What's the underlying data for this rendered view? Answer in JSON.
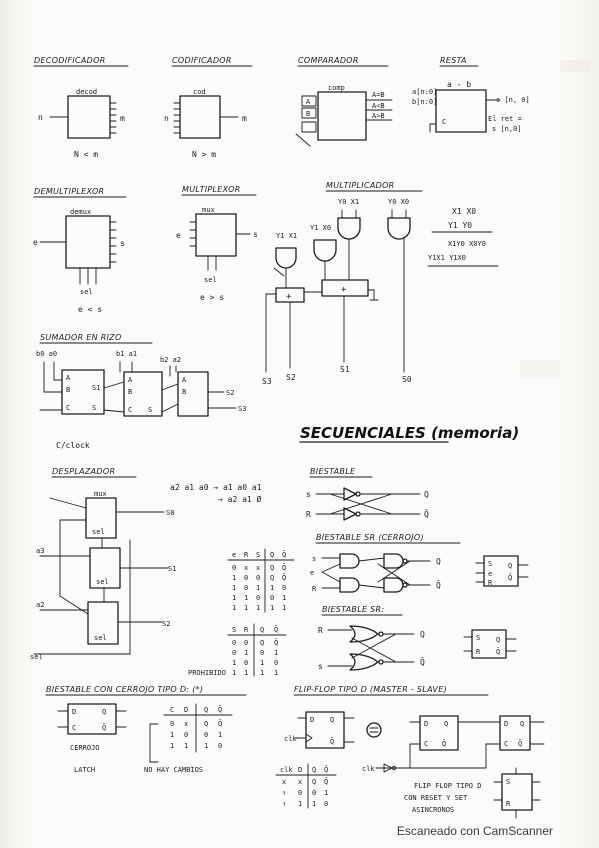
{
  "sections": {
    "decodificador": "DECODIFICADOR",
    "codificador": "CODIFICADOR",
    "comparador": "COMPARADOR",
    "resta": "RESTA",
    "demultiplexor": "DEMULTIPLEXOR",
    "multiplexor": "MULTIPLEXOR",
    "multiplicador": "MULTIPLICADOR",
    "sumador": "SUMADOR EN RIZO",
    "secuenciales": "SECUENCIALES (memoria)",
    "desplazador": "DESPLAZADOR",
    "biestable": "BIESTABLE",
    "biestable_sr_cerrojo": "BIESTABLE SR (CERROJO)",
    "biestable_sr": "BIESTABLE SR:",
    "biestable_d": "BIESTABLE CON CERROJO TIPO D: (*)",
    "flipflop_d": "FLIP-FLOP TIPO D (MASTER - SLAVE)"
  },
  "labels": {
    "decod": "decod",
    "cod": "cod",
    "comp": "comp",
    "n": "n",
    "m": "m",
    "nltm": "N < m",
    "ngtm": "N > m",
    "aeqb": "A=B",
    "altb": "A<B",
    "agtb": "A>B",
    "a_b": "a - b",
    "resta_out": "s [n, 0]",
    "resta_note1": "El ret =",
    "resta_note2": "s [n,0]",
    "demux": "demux",
    "mux": "mux",
    "e": "e",
    "s": "s",
    "sel": "sel",
    "elts": "e < s",
    "egts": "e > s",
    "mult_terms1": "X1 X0",
    "mult_terms2": "Y1 Y0",
    "mult_terms3": "X1Y0  X0Y0",
    "mult_terms4": "Y1X1 Y1X0",
    "s0": "S0",
    "s1": "S1",
    "s2": "S2",
    "s3": "S3",
    "cclock": "C/clock",
    "desp_seq1": "a2 a1 a0 → a1 a0 a1",
    "desp_seq2": "→ a2 a1 Ø",
    "q": "Q",
    "qbar": "Q̄",
    "r": "R",
    "d": "D",
    "c": "C",
    "cerrojo": "CERROJO",
    "latch": "LATCH",
    "no_hay_cambios": "NO HAY CAMBIOS",
    "prohibido": "PROHIBIDO",
    "clk": "clk",
    "flipflop_note": "FLIP FLOP TIPO D CON RESET Y SET ASINCRONOS"
  },
  "tables": {
    "sr_cerrojo": {
      "header": [
        "e",
        "R",
        "S",
        "Q",
        "Q̄"
      ],
      "rows": [
        [
          "0",
          "x",
          "x",
          "Q",
          "Q̄"
        ],
        [
          "1",
          "0",
          "0",
          "Q",
          "Q̄"
        ],
        [
          "1",
          "0",
          "1",
          "1",
          "0"
        ],
        [
          "1",
          "1",
          "0",
          "0",
          "1"
        ],
        [
          "1",
          "1",
          "1",
          "1",
          "1"
        ]
      ]
    },
    "sr": {
      "header": [
        "S",
        "R",
        "Q",
        "Q̄"
      ],
      "rows": [
        [
          "0",
          "0",
          "Q",
          "Q̄"
        ],
        [
          "0",
          "1",
          "0",
          "1"
        ],
        [
          "1",
          "0",
          "1",
          "0"
        ],
        [
          "1",
          "1",
          "1",
          "1"
        ]
      ]
    },
    "d_latch": {
      "header": [
        "C",
        "D",
        "Q",
        "Q̄"
      ],
      "rows": [
        [
          "0",
          "x",
          "Q",
          "Q̄"
        ],
        [
          "1",
          "0",
          "0",
          "1"
        ],
        [
          "1",
          "1",
          "1",
          "0"
        ]
      ]
    },
    "ff_d": {
      "header": [
        "clk",
        "D",
        "Q",
        "Q̄"
      ],
      "rows": [
        [
          "x",
          "x",
          "Q",
          "Q̄"
        ],
        [
          "↑",
          "0",
          "0",
          "1"
        ],
        [
          "↑",
          "1",
          "1",
          "0"
        ]
      ]
    }
  },
  "footer": {
    "watermark": "Escaneado con CamScanner"
  }
}
